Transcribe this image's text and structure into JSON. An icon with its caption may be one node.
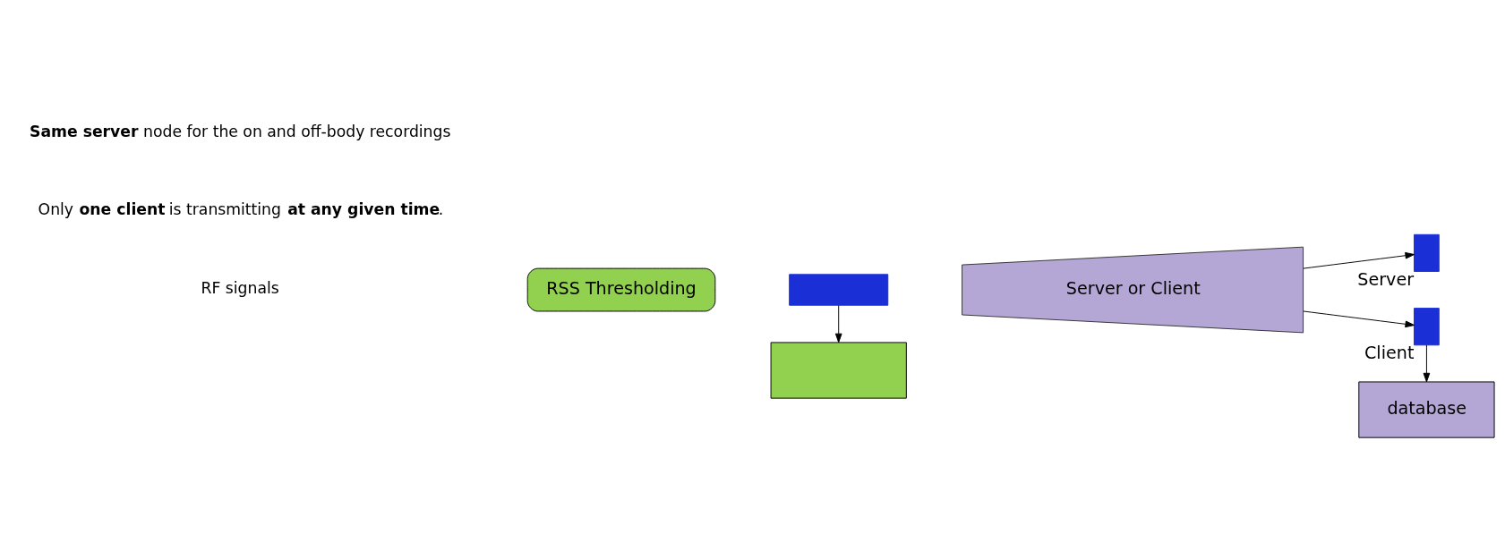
{
  "diagram": {
    "nodes": [
      {
        "text": [
          "RSS Thresholding"
        ]
      },
      {
        "text": [],
        "shape": "box"
      },
      {
        "text": [
          "Server or Client"
        ]
      },
      {
        "text": [],
        "shape": "box",
        "beside": [
          "Server"
        ]
      },
      {
        "text": [],
        "shape": "box",
        "beside": [
          "Client"
        ]
      },
      {
        "text": [],
        "shape": "box"
      },
      {
        "text": [
          "database"
        ]
      }
    ],
    "edges": [
      {
        "from": 2,
        "to": 3,
        "arrow": "to"
      },
      {
        "from": 2,
        "to": 4,
        "arrow": "to"
      },
      {
        "from": 1,
        "to": 5,
        "arrow": "to"
      },
      {
        "from": 4,
        "to": 6,
        "arrow": "to"
      }
    ],
    "labels": [
      "RF signals",
      "Only **one client** is transmitting **at any given time**.",
      "**Same server** node for the on and off-body recordings"
    ]
  }
}
